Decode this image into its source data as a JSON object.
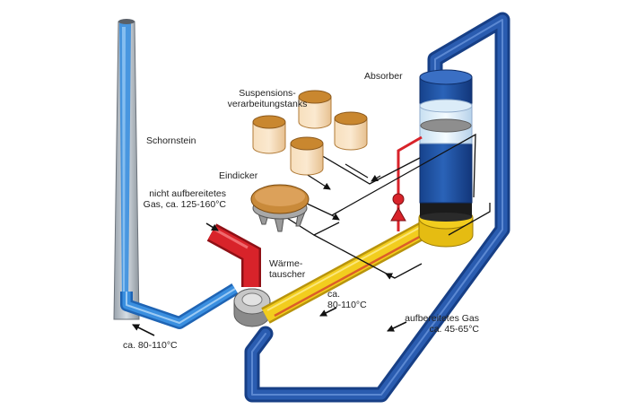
{
  "labels": {
    "absorber": "Absorber",
    "suspension_tanks": [
      "Suspensions-",
      "verarbeitungstanks"
    ],
    "chimney": "Schornstein",
    "thickener": "Eindicker",
    "untreated_gas": [
      "nicht aufbereitetes",
      "Gas, ca. 125-160°C"
    ],
    "heat_exchanger": [
      "Wärme-",
      "tauscher"
    ],
    "middle_temp": [
      "ca.",
      "80-110°C"
    ],
    "treated_gas": [
      "aufbereitetes Gas",
      "ca. 45-65°C"
    ],
    "chimney_temp": "ca. 80-110°C"
  },
  "colors": {
    "dark_blue": "#1f4f9e",
    "light_blue": "#3a8fe0",
    "yellow": "#f2cd1e",
    "red": "#d8232a",
    "tank_fill": "#f4d4a8",
    "tank_top": "#c9872f",
    "grey": "#b9b9b9"
  }
}
